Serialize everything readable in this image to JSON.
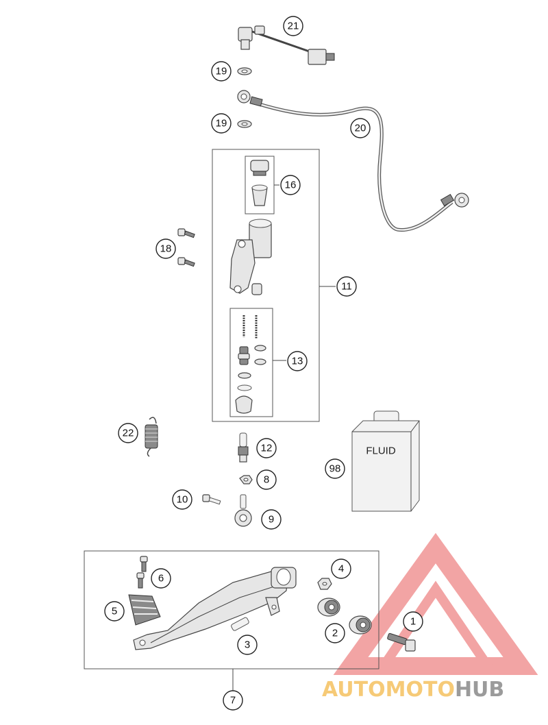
{
  "callouts": {
    "c21": "21",
    "c19a": "19",
    "c20": "20",
    "c19b": "19",
    "c16": "16",
    "c18": "18",
    "c11": "11",
    "c13": "13",
    "c22": "22",
    "c12": "12",
    "c98": "98",
    "c8": "8",
    "c10": "10",
    "c9": "9",
    "c4": "4",
    "c6": "6",
    "c5": "5",
    "c1": "1",
    "c2": "2",
    "c3": "3",
    "c7": "7"
  },
  "fluid_label": "FLUID",
  "watermark": {
    "part1": "AUTOMOTO",
    "part2": "HUB",
    "color_main": "#f08a8a",
    "color_accent": "#f5c23a",
    "color_hub": "#888888"
  }
}
